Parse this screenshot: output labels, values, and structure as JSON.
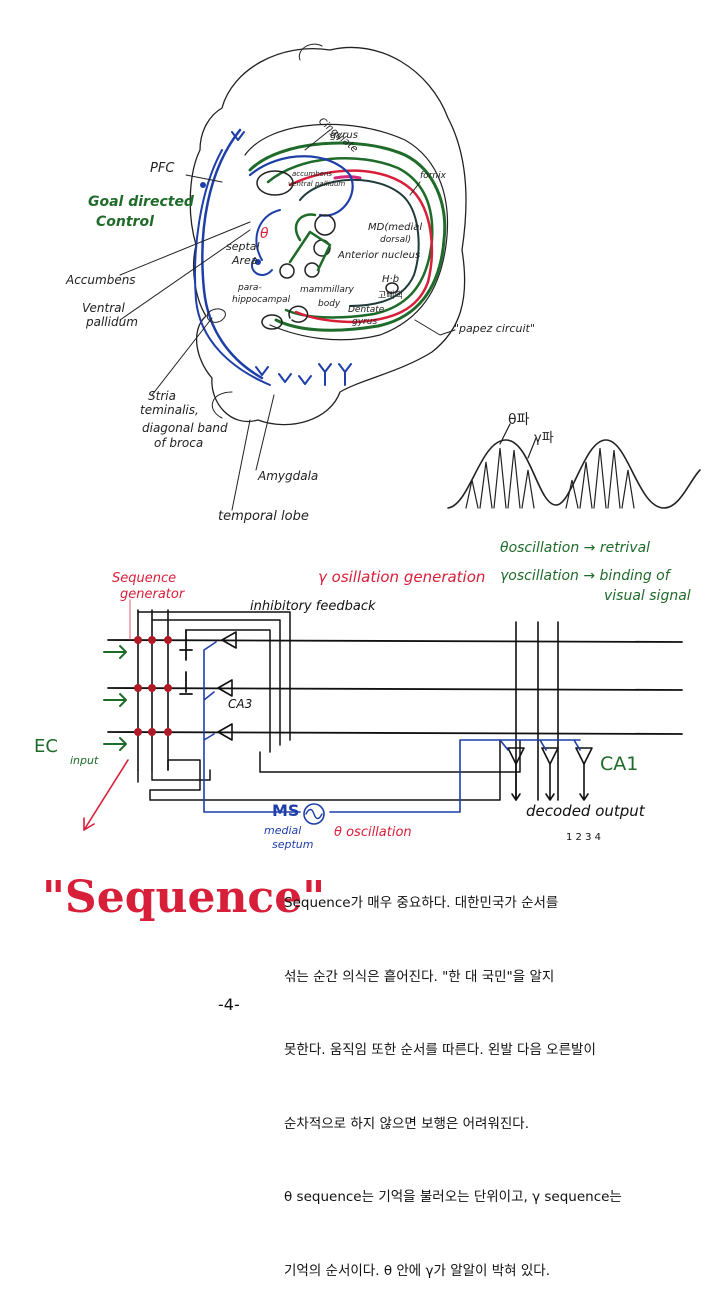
{
  "brain": {
    "labels": {
      "pfc": "PFC",
      "goal_directed": "Goal directed",
      "control": "Control",
      "accumbens": "Accumbens",
      "ventral": "Ventral",
      "pallidum": "pallidum",
      "stria1": "Stria",
      "stria2": "teminalis,",
      "stria3": "diagonal band",
      "stria4": "of broca",
      "amygdala": "Amygdala",
      "temporal_lobe": "temporal lobe",
      "cingulate1": "Cingulate",
      "cingulate2": "gyrus",
      "acc_small1": "accumbens",
      "acc_small2": "ventral pallidum",
      "fornix": "fornix",
      "septal1": "septal",
      "septal_theta": "θ",
      "septal2": "Area",
      "md1": "MD(medial",
      "md2": "dorsal)",
      "anterior": "Anterior nucleus",
      "hb1": "H·b",
      "hb2": "고삐핵",
      "parahippo1": "para-",
      "parahippo2": "hippocampal",
      "mammillary1": "mammillary",
      "mammillary2": "body",
      "dentate1": "Dentate",
      "dentate2": "gyrus",
      "papez": "\"papez circuit\""
    }
  },
  "oscillation": {
    "theta_label": "θ파",
    "gamma_label": "γ파",
    "theta_line": "θoscillation → retrival",
    "gamma_line1": "γoscillation →  binding of",
    "gamma_line2": "visual signal"
  },
  "circuit": {
    "seq_gen1": "Sequence",
    "seq_gen2": "generator",
    "gamma_gen": "γ osillation generation",
    "inhibitory": "inhibitory feedback",
    "ca3": "CA3",
    "ec": "EC",
    "ec_input": "input",
    "ca1": "CA1",
    "decoded": "decoded  output",
    "ms": "MS",
    "medial": "medial",
    "septum": "septum",
    "theta_osc": "θ oscillation",
    "nums": "1  2  3  4"
  },
  "big_word": "\"Sequence\"",
  "paragraph": [
    "Sequence가 매우 중요하다. 대한민국가 순서를",
    "섞는 순간 의식은 흩어진다. \"한 대 국민\"을 알지",
    "못한다. 움직임 또한 순서를 따른다. 왼발 다음 오른발이",
    "순차적으로 하지 않으면 보행은 어려워진다.",
    "θ sequence는 기억을 불러오는 단위이고, γ sequence는",
    "기억의 순서이다. θ 안에 γ가 알알이 박혀 있다."
  ],
  "page_number": "-4-",
  "colors": {
    "blue": "#1f3fa8",
    "green": "#1f6b2a",
    "red": "#d81f3a",
    "magenta": "#d4267a"
  }
}
